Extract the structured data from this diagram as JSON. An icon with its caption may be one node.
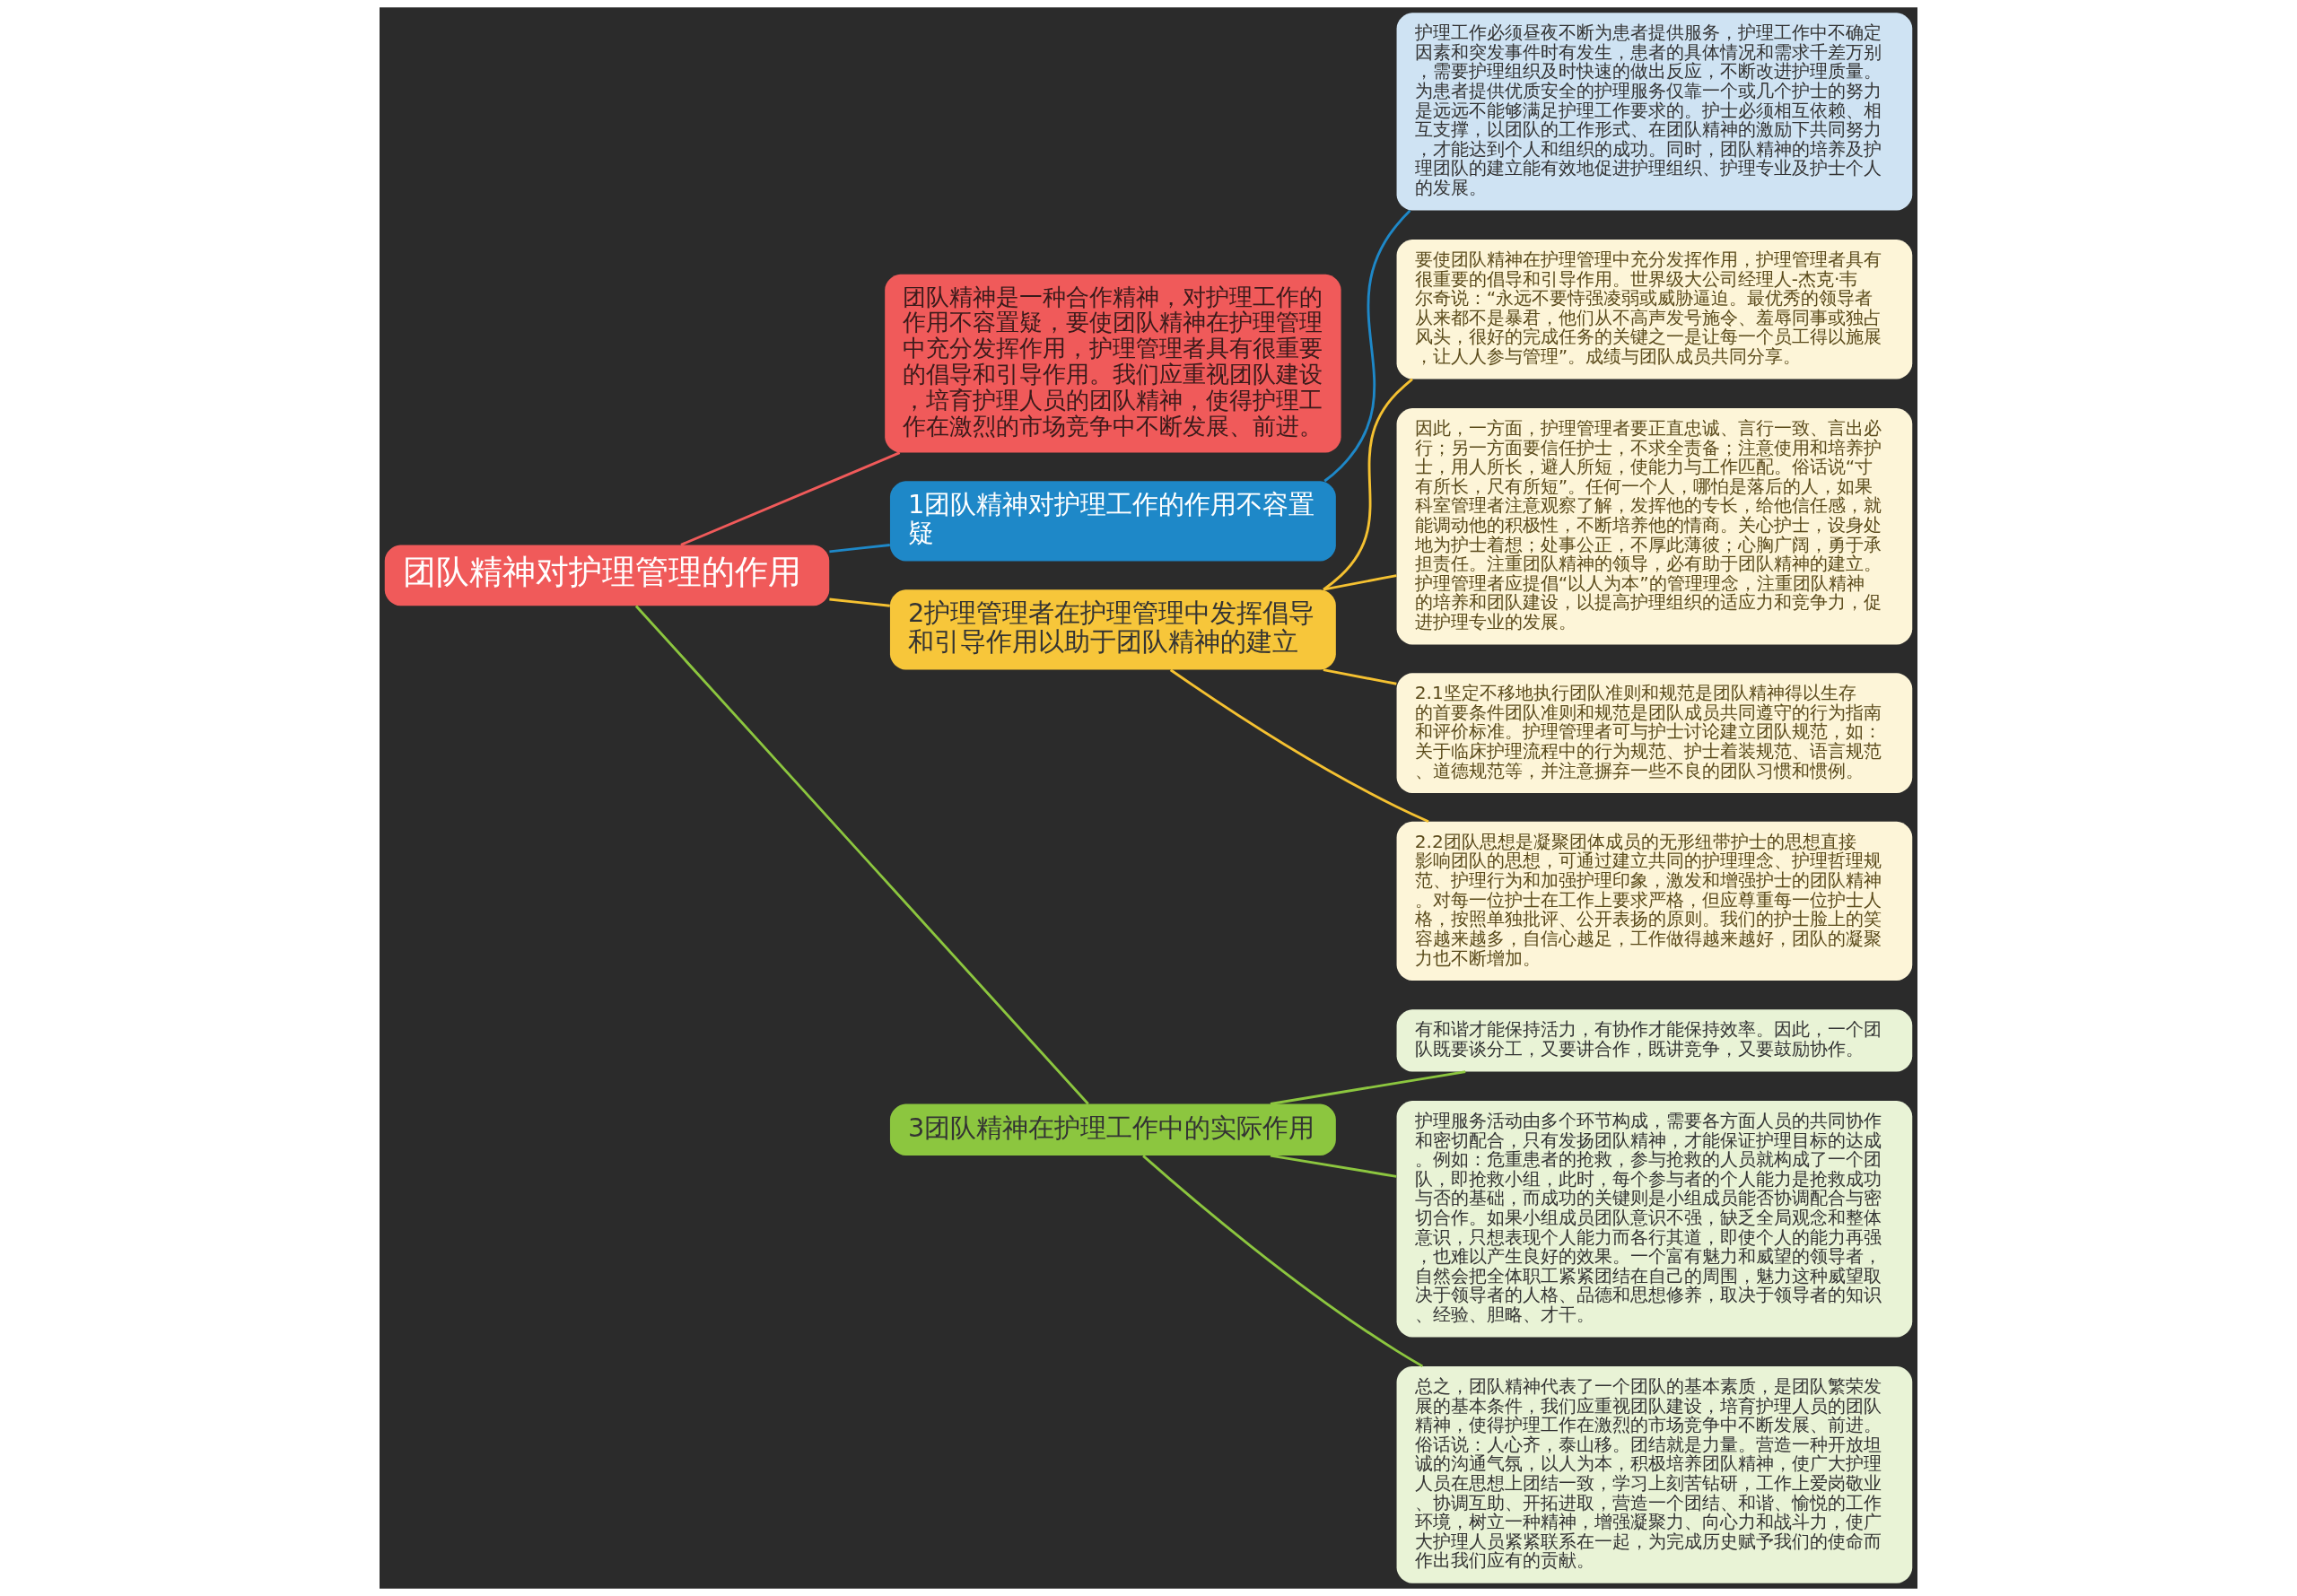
{
  "diagram": {
    "nodes": [
      {
        "text": [
          "团队精神对护理管理的作用"
        ]
      },
      {
        "text": [
          "团队精神是一种合作精神，对护理工作的作用不容置疑，要使团队精神在护理管理中充分发挥作用，护理管理者具有很重要的倡导和引导作用。我们应重视团队建设，培育护理人员的团队精神，使得护理工作在激烈的市场竞争中不断发展、前进。"
        ]
      },
      {
        "text": [
          "1团队精神对护理工作的作用不容置疑"
        ]
      },
      {
        "text": [
          "护理工作必须昼夜不断为患者提供服务，护理工作中不确定因素和突发事件时有发生，患者的具体情况和需求千差万别，需要护理组织及时快速的做出反应，不断改进护理质量。为患者提供优质安全的护理服务仅靠一个或几个护士的努力是远远不能够满足护理工作要求的。护士必须相互依赖、相互支撑，以团队的工作形式、在团队精神的激励下共同努力，才能达到个人和组织的成功。同时，团队精神的培养及护理团队的建立能有效地促进护理组织、护理专业及护士个人的发展。"
        ]
      },
      {
        "text": [
          "2护理管理者在护理管理中发挥倡导和引导作用以助于团队精神的建立"
        ]
      },
      {
        "text": [
          "要使团队精神在护理管理中充分发挥作用，护理管理者具有很重要的倡导和引导作用。世界级大公司经理人-杰克·韦尔奇说：“永远不要恃强凌弱或威胁逼迫。最优秀的领导者从来都不是暴君，他们从不高声发号施令、羞辱同事或独占风头，很好的完成任务的关键之一是让每一个员工得以施展，让人人参与管理”。成绩与团队成员共同分享。"
        ]
      },
      {
        "text": [
          "因此，一方面，护理管理者要正直忠诚、言行一致、言出必行；另一方面要信任护士，不求全责备；注意使用和培养护士，用人所长，避人所短，使能力与工作匹配。俗话说“寸有所长，尺有所短”。任何一个人，哪怕是落后的人，如果科室管理者注意观察了解，发挥他的专长，给他信任感，就能调动他的积极性，不断培养他的情商。关心护士，设身处地为护士着想；处事公正，不厚此薄彼；心胸广阔，勇于承担责任。注重团队精神的领导，必有助于团队精神的建立。护理管理者应提倡“以人为本”的管理理念，注重团队精神的培养和团队建设，以提高护理组织的适应力和竞争力，促进护理专业的发展。"
        ]
      },
      {
        "text": [
          "2.1坚定不移地执行团队准则和规范是团队精神得以生存的首要条件团队准则和规范是团队成员共同遵守的行为指南和评价标准。护理管理者可与护士讨论建立团队规范，如：关于临床护理流程中的行为规范、护士着装规范、语言规范、道德规范等，并注意摒弃一些不良的团队习惯和惯例。"
        ]
      },
      {
        "text": [
          "2.2团队思想是凝聚团体成员的无形纽带护士的思想直接影响团队的思想，可通过建立共同的护理理念、护理哲理规范、护理行为和加强护理印象，激发和增强护士的团队精神。对每一位护士在工作上要求严格，但应尊重每一位护士人格，按照单独批评、公开表扬的原则。我们的护士脸上的笑容越来越多，自信心越足，工作做得越来越好，团队的凝聚力也不断增加。"
        ]
      },
      {
        "text": [
          "3团队精神在护理工作中的实际作用"
        ]
      },
      {
        "text": [
          "有和谐才能保持活力，有协作才能保持效率。因此，一个团队既要谈分工，又要讲合作，既讲竞争，又要鼓励协作。"
        ]
      },
      {
        "text": [
          "护理服务活动由多个环节构成，需要各方面人员的共同协作和密切配合，只有发扬团队精神，才能保证护理目标的达成。例如：危重患者的抢救，参与抢救的人员就构成了一个团队，即抢救小组，此时，每个参与者的个人能力是抢救成功与否的基础，而成功的关键则是小组成员能否协调配合与密切合作。如果小组成员团队意识不强，缺乏全局观念和整体意识，只想表现个人能力而各行其道，即使个人的能力再强，也难以产生良好的效果。一个富有魅力和威望的领导者，自然会把全体职工紧紧团结在自己的周围，魅力这种威望取决于领导者的人格、品德和思想修养，取决于领导者的知识、经验、胆略、才干。"
        ]
      },
      {
        "text": [
          "总之，团队精神代表了一个团队的基本素质，是团队繁荣发展的基本条件，我们应重视团队建设，培育护理人员的团队精神，使得护理工作在激烈的市场竞争中不断发展、前进。俗话说：人心齐，泰山移。团结就是力量。营造一种开放坦诚的沟通气氛，以人为本，积极培养团队精神，使广大护理人员在思想上团结一致，学习上刻苦钻研，工作上爱岗敬业、协调互助、开拓进取，营造一个团结、和谐、愉悦的工作环境，树立一种精神，增强凝聚力、向心力和战斗力，使广大护理人员紧紧联系在一起，为完成历史赋予我们的使命而作出我们应有的贡献。"
        ]
      }
    ],
    "edges": [
      {
        "from": 0,
        "to": 1,
        "arrow": "none",
        "color": "#f05a5a"
      },
      {
        "from": 0,
        "to": 2,
        "arrow": "none",
        "color": "#1e88c8"
      },
      {
        "from": 2,
        "to": 3,
        "arrow": "none",
        "color": "#1e88c8"
      },
      {
        "from": 0,
        "to": 4,
        "arrow": "none",
        "color": "#f5c131"
      },
      {
        "from": 4,
        "to": 5,
        "arrow": "none",
        "color": "#f5c131"
      },
      {
        "from": 4,
        "to": 6,
        "arrow": "none",
        "color": "#f5c131"
      },
      {
        "from": 4,
        "to": 7,
        "arrow": "none",
        "color": "#f5c131"
      },
      {
        "from": 4,
        "to": 8,
        "arrow": "none",
        "color": "#f5c131"
      },
      {
        "from": 0,
        "to": 9,
        "arrow": "none",
        "color": "#8cc63f"
      },
      {
        "from": 9,
        "to": 10,
        "arrow": "none",
        "color": "#8cc63f"
      },
      {
        "from": 9,
        "to": 11,
        "arrow": "none",
        "color": "#8cc63f"
      },
      {
        "from": 9,
        "to": 12,
        "arrow": "none",
        "color": "#8cc63f"
      }
    ]
  }
}
